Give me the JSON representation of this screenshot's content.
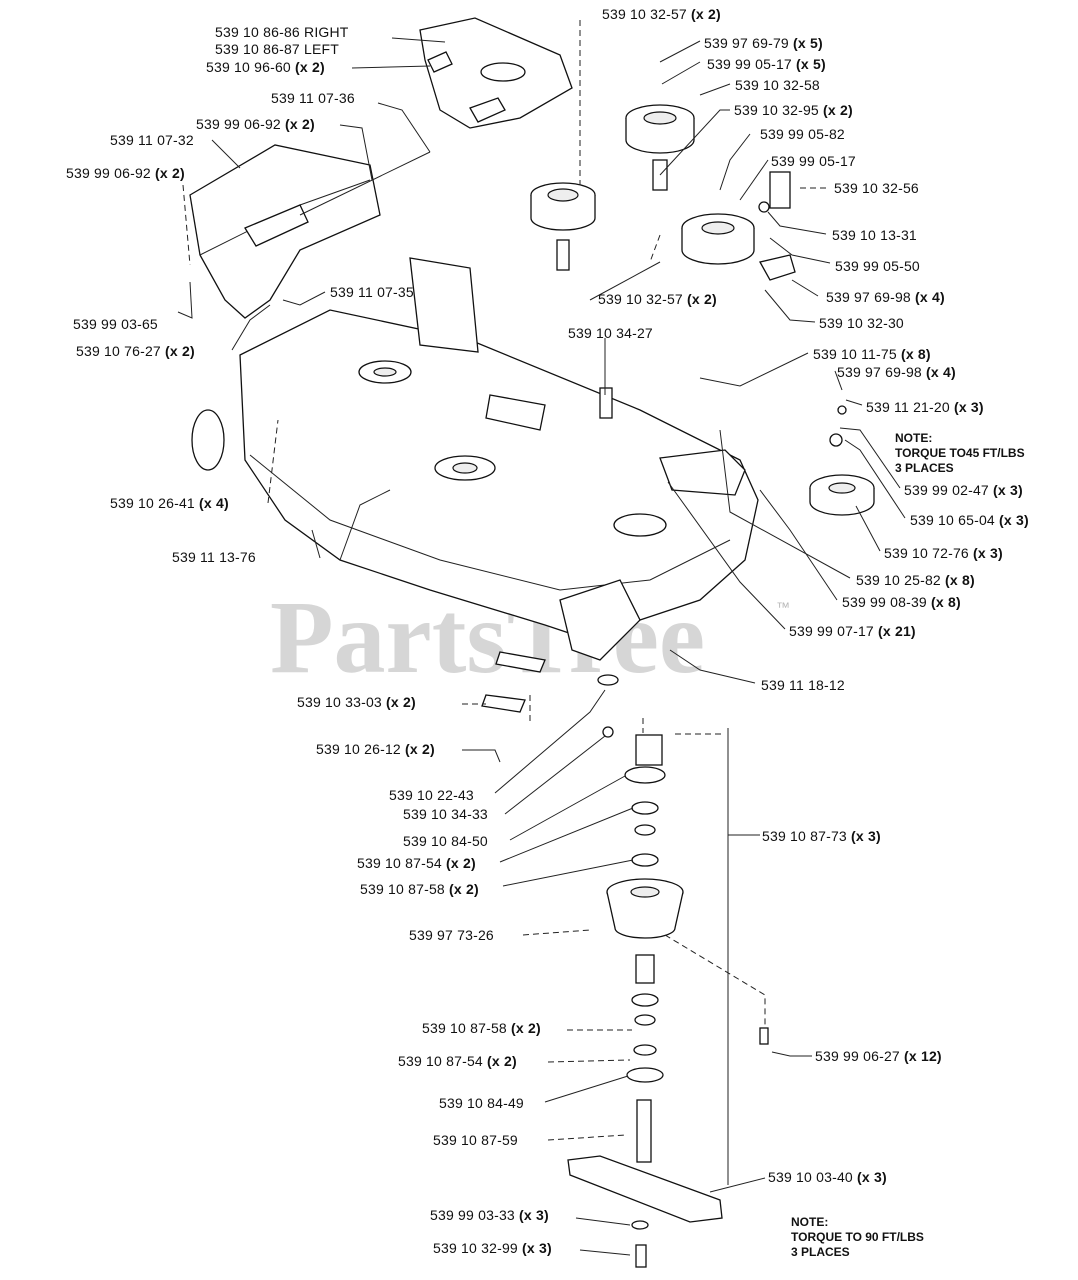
{
  "watermark": {
    "text": "PartsTree",
    "trademark": "™"
  },
  "labels": [
    {
      "id": "l01",
      "part": "539 10 86-86 RIGHT",
      "qty": ""
    },
    {
      "id": "l02",
      "part": "539 10 86-87 LEFT",
      "qty": ""
    },
    {
      "id": "l03",
      "part": "539 10 96-60",
      "qty": "(x 2)"
    },
    {
      "id": "l04",
      "part": "539 11 07-36",
      "qty": ""
    },
    {
      "id": "l05",
      "part": "539 99 06-92",
      "qty": "(x 2)"
    },
    {
      "id": "l06",
      "part": "539 11 07-32",
      "qty": ""
    },
    {
      "id": "l07",
      "part": "539 99 06-92",
      "qty": "(x 2)"
    },
    {
      "id": "l08",
      "part": "539 99 03-65",
      "qty": ""
    },
    {
      "id": "l09",
      "part": "539 11 07-35",
      "qty": ""
    },
    {
      "id": "l10",
      "part": "539 10 76-27",
      "qty": "(x 2)"
    },
    {
      "id": "l11",
      "part": "539 10 26-41",
      "qty": "(x 4)"
    },
    {
      "id": "l12",
      "part": "539 11 13-76",
      "qty": ""
    },
    {
      "id": "l13",
      "part": "539 10 32-57",
      "qty": "(x 2)"
    },
    {
      "id": "l14",
      "part": "539 97 69-79",
      "qty": "(x 5)"
    },
    {
      "id": "l15",
      "part": "539 99 05-17",
      "qty": "(x 5)"
    },
    {
      "id": "l16",
      "part": "539 10 32-58",
      "qty": ""
    },
    {
      "id": "l17",
      "part": "539 10 32-95",
      "qty": "(x 2)"
    },
    {
      "id": "l18",
      "part": "539 99 05-82",
      "qty": ""
    },
    {
      "id": "l19",
      "part": "539 99 05-17",
      "qty": ""
    },
    {
      "id": "l20",
      "part": "539 10 32-56",
      "qty": ""
    },
    {
      "id": "l21",
      "part": "539 10 13-31",
      "qty": ""
    },
    {
      "id": "l22",
      "part": "539 99 05-50",
      "qty": ""
    },
    {
      "id": "l23",
      "part": "539 97 69-98",
      "qty": "(x 4)"
    },
    {
      "id": "l24",
      "part": "539 10 32-57",
      "qty": "(x 2)"
    },
    {
      "id": "l25",
      "part": "539 10 32-30",
      "qty": ""
    },
    {
      "id": "l26",
      "part": "539 10 34-27",
      "qty": ""
    },
    {
      "id": "l27",
      "part": "539 10 11-75",
      "qty": "(x 8)"
    },
    {
      "id": "l28",
      "part": "539 97 69-98",
      "qty": "(x 4)"
    },
    {
      "id": "l29",
      "part": "539 11 21-20",
      "qty": "(x 3)"
    },
    {
      "id": "l30",
      "part": "539 99 02-47",
      "qty": "(x 3)"
    },
    {
      "id": "l31",
      "part": "539 10 65-04",
      "qty": "(x 3)"
    },
    {
      "id": "l32",
      "part": "539 10 72-76",
      "qty": "(x 3)"
    },
    {
      "id": "l33",
      "part": "539 10 25-82",
      "qty": "(x 8)"
    },
    {
      "id": "l34",
      "part": "539 99 08-39",
      "qty": "(x 8)"
    },
    {
      "id": "l35",
      "part": "539 99 07-17",
      "qty": "(x 21)"
    },
    {
      "id": "l36",
      "part": "539 11 18-12",
      "qty": ""
    },
    {
      "id": "l37",
      "part": "539 10 33-03",
      "qty": "(x 2)"
    },
    {
      "id": "l38",
      "part": "539 10 26-12",
      "qty": "(x 2)"
    },
    {
      "id": "l39",
      "part": "539 10 22-43",
      "qty": ""
    },
    {
      "id": "l40",
      "part": "539 10 34-33",
      "qty": ""
    },
    {
      "id": "l41",
      "part": "539 10 84-50",
      "qty": ""
    },
    {
      "id": "l42",
      "part": "539 10 87-54",
      "qty": "(x 2)"
    },
    {
      "id": "l43",
      "part": "539 10 87-58",
      "qty": "(x 2)"
    },
    {
      "id": "l44",
      "part": "539 10 87-73",
      "qty": "(x 3)"
    },
    {
      "id": "l45",
      "part": "539 97 73-26",
      "qty": ""
    },
    {
      "id": "l46",
      "part": "539 10 87-58",
      "qty": "(x 2)"
    },
    {
      "id": "l47",
      "part": "539 10 87-54",
      "qty": "(x 2)"
    },
    {
      "id": "l48",
      "part": "539 99 06-27",
      "qty": "(x 12)"
    },
    {
      "id": "l49",
      "part": "539 10 84-49",
      "qty": ""
    },
    {
      "id": "l50",
      "part": "539 10 87-59",
      "qty": ""
    },
    {
      "id": "l51",
      "part": "539 10 03-40",
      "qty": "(x 3)"
    },
    {
      "id": "l52",
      "part": "539 99 03-33",
      "qty": "(x 3)"
    },
    {
      "id": "l53",
      "part": "539 10 32-99",
      "qty": "(x 3)"
    }
  ],
  "notes": [
    {
      "id": "n1",
      "lines": [
        "NOTE:",
        "TORQUE TO45 FT/LBS",
        "3 PLACES"
      ]
    },
    {
      "id": "n2",
      "lines": [
        "NOTE:",
        "TORQUE TO 90 FT/LBS",
        "3 PLACES"
      ]
    }
  ]
}
